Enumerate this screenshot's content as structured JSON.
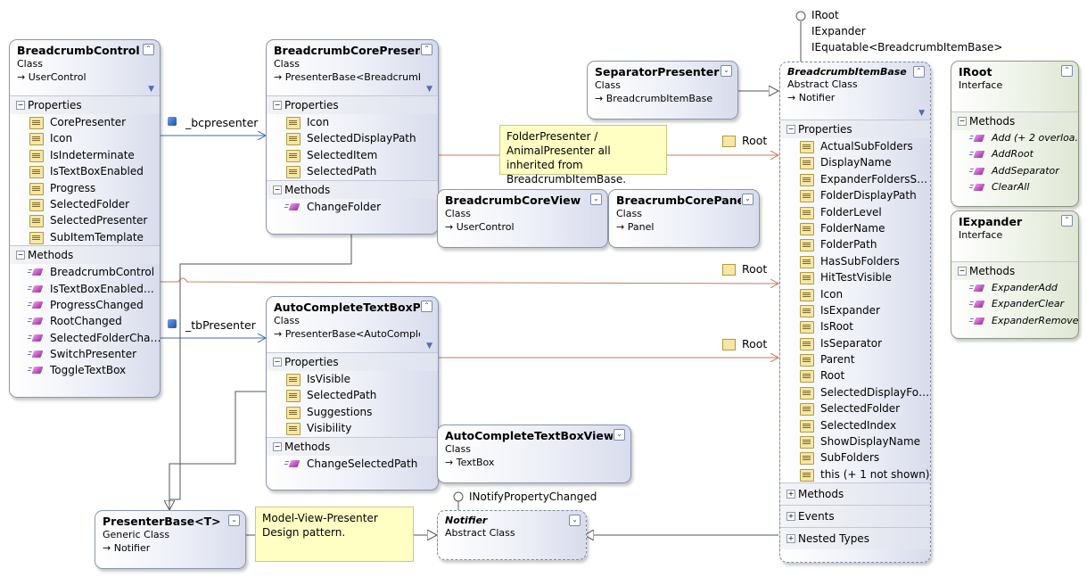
{
  "breadcrumb_control": {
    "name": "BreadcrumbControl",
    "kind": "Class",
    "base": "UserControl",
    "properties_label": "Properties",
    "properties": [
      "CorePresenter",
      "Icon",
      "IsIndeterminate",
      "IsTextBoxEnabled",
      "Progress",
      "SelectedFolder",
      "SelectedPresenter",
      "SubItemTemplate"
    ],
    "methods_label": "Methods",
    "methods": [
      "BreadcrumbControl",
      "IsTextBoxEnabled…",
      "ProgressChanged",
      "RootChanged",
      "SelectedFolderCha…",
      "SwitchPresenter",
      "ToggleTextBox"
    ]
  },
  "core_presenter": {
    "name": "BreadcrumbCorePresen…",
    "kind": "Class",
    "base": "PresenterBase<BreadcrumbC…",
    "properties_label": "Properties",
    "properties": [
      "Icon",
      "SelectedDisplayPath",
      "SelectedItem",
      "SelectedPath"
    ],
    "methods_label": "Methods",
    "methods": [
      "ChangeFolder"
    ]
  },
  "autocomplete_presenter": {
    "name": "AutoCompleteTextBoxP…",
    "kind": "Class",
    "base": "PresenterBase<AutoComplet…",
    "properties_label": "Properties",
    "properties": [
      "IsVisible",
      "SelectedPath",
      "Suggestions",
      "Visibility"
    ],
    "methods_label": "Methods",
    "methods": [
      "ChangeSelectedPath"
    ]
  },
  "separator_presenter": {
    "name": "SeparatorPresenter",
    "kind": "Class",
    "base": "BreadcrumbItemBase"
  },
  "core_view": {
    "name": "BreadcrumbCoreView",
    "kind": "Class",
    "base": "UserControl"
  },
  "core_panel": {
    "name": "BreacrumbCorePanel",
    "kind": "Class",
    "base": "Panel"
  },
  "autocomplete_view": {
    "name": "AutoCompleteTextBoxView",
    "kind": "Class",
    "base": "TextBox"
  },
  "presenter_base": {
    "name": "PresenterBase<T>",
    "kind": "Generic Class",
    "base": "Notifier"
  },
  "notifier": {
    "name": "Notifier",
    "kind": "Abstract Class",
    "interface": "INotifyPropertyChanged"
  },
  "item_base": {
    "name": "BreadcrumbItemBase",
    "kind": "Abstract Class",
    "base": "Notifier",
    "interfaces": [
      "IRoot",
      "IExpander",
      "IEquatable<BreadcrumbItemBase>"
    ],
    "properties_label": "Properties",
    "properties": [
      "ActualSubFolders",
      "DisplayName",
      "ExpanderFoldersS…",
      "FolderDisplayPath",
      "FolderLevel",
      "FolderName",
      "FolderPath",
      "HasSubFolders",
      "HitTestVisible",
      "Icon",
      "IsExpander",
      "IsRoot",
      "IsSeparator",
      "Parent",
      "Root",
      "SelectedDisplayFo…",
      "SelectedFolder",
      "SelectedIndex",
      "ShowDisplayName",
      "SubFolders",
      "this (+ 1 not shown)"
    ],
    "methods_label": "Methods",
    "events_label": "Events",
    "nested_label": "Nested Types"
  },
  "iroot": {
    "name": "IRoot",
    "kind": "Interface",
    "methods_label": "Methods",
    "methods": [
      "Add (+ 2 overloa…",
      "AddRoot",
      "AddSeparator",
      "ClearAll"
    ]
  },
  "iexpander": {
    "name": "IExpander",
    "kind": "Interface",
    "methods_label": "Methods",
    "methods": [
      "ExpanderAdd",
      "ExpanderClear",
      "ExpanderRemove"
    ]
  },
  "notes": {
    "folder": "FolderPresenter / AnimalPresenter all inherited from BreadcrumbItemBase.",
    "mvp": "Model-View-Presenter Design pattern."
  },
  "associations": {
    "bcpresenter": "_bcpresenter",
    "tbpresenter": "_tbPresenter",
    "root": "Root"
  },
  "colors": {
    "class_border": "#8896b0",
    "interface_fill": "#e6ecdf",
    "note_fill": "#ffffc4",
    "association": "#c8785a",
    "field_link": "#3a6fb0"
  }
}
